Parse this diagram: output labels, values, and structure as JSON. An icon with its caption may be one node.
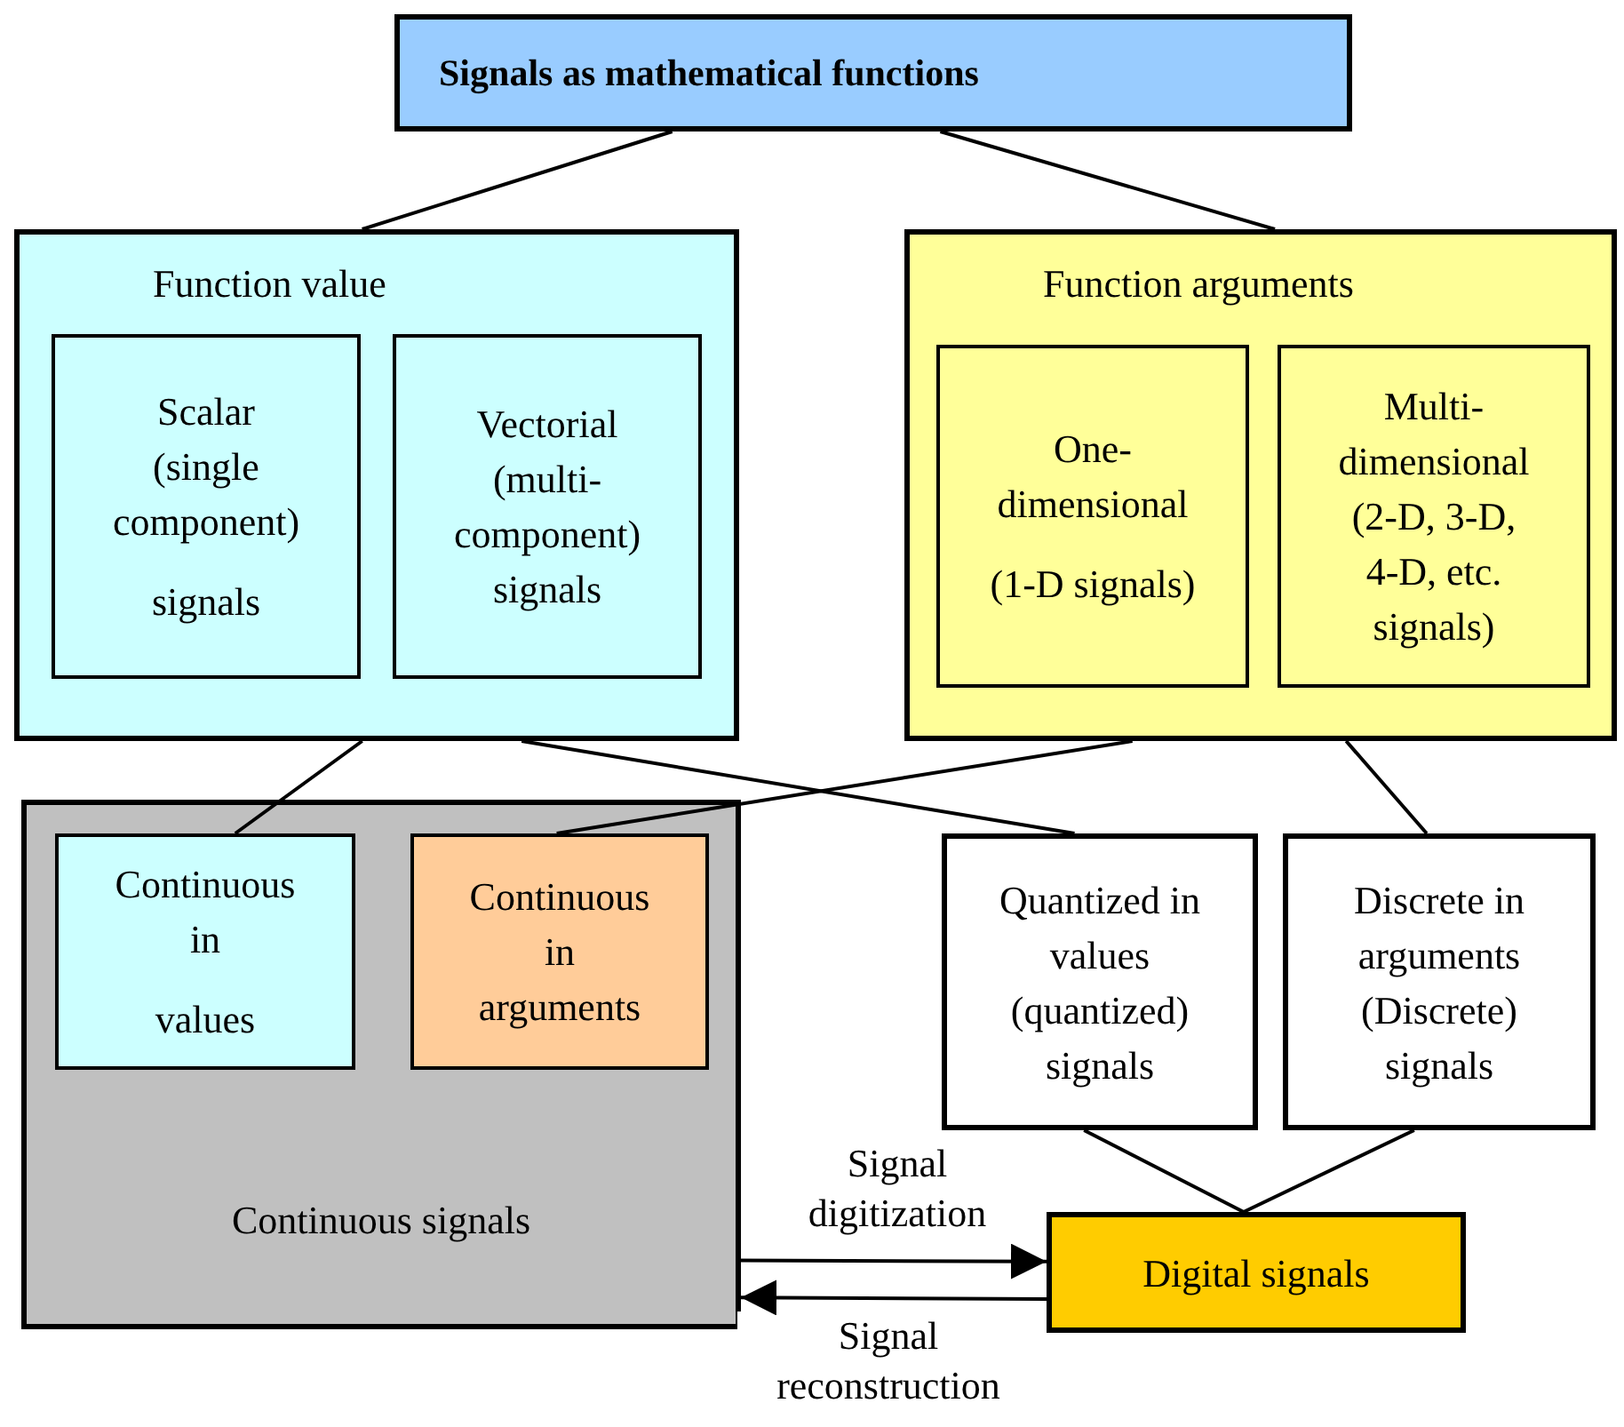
{
  "diagram": {
    "title": "Signals as mathematical functions",
    "nodes": [
      {
        "text": [
          "Function value"
        ]
      },
      {
        "text": [
          "Scalar (single component)",
          "signals"
        ],
        "in": 0
      },
      {
        "text": [
          "Vectorial (multi-component) signals"
        ],
        "in": 0
      },
      {
        "text": [
          "Function arguments"
        ]
      },
      {
        "text": [
          "One-dimensional",
          "(1-D signals)"
        ],
        "in": 3
      },
      {
        "text": [
          "Multi-dimensional (2-D, 3-D, 4-D, etc. signals)"
        ],
        "in": 3
      },
      {
        "text": [
          "Continuous signals"
        ]
      },
      {
        "text": [
          "Continuous in",
          "values"
        ],
        "in": 6
      },
      {
        "text": [
          "Continuous in arguments"
        ],
        "in": 6
      },
      {
        "text": [
          "Quantized in values (quantized) signals"
        ]
      },
      {
        "text": [
          "Discrete in arguments (Discrete) signals"
        ]
      },
      {
        "text": [
          "Digital signals"
        ]
      }
    ],
    "edges": [
      {
        "from": null,
        "to": 0,
        "arrow": "none"
      },
      {
        "from": null,
        "to": 3,
        "arrow": "none"
      },
      {
        "from": 0,
        "to": 7,
        "arrow": "none"
      },
      {
        "from": 0,
        "to": 9,
        "arrow": "none"
      },
      {
        "from": 3,
        "to": 8,
        "arrow": "none"
      },
      {
        "from": 3,
        "to": 10,
        "arrow": "none"
      },
      {
        "from": 9,
        "to": 11,
        "arrow": "none"
      },
      {
        "from": 10,
        "to": 11,
        "arrow": "none"
      },
      {
        "from": 6,
        "to": 11,
        "arrow": "to",
        "label": "Signal digitization"
      },
      {
        "from": 11,
        "to": 6,
        "arrow": "to",
        "label": "Signal reconstruction"
      }
    ]
  }
}
